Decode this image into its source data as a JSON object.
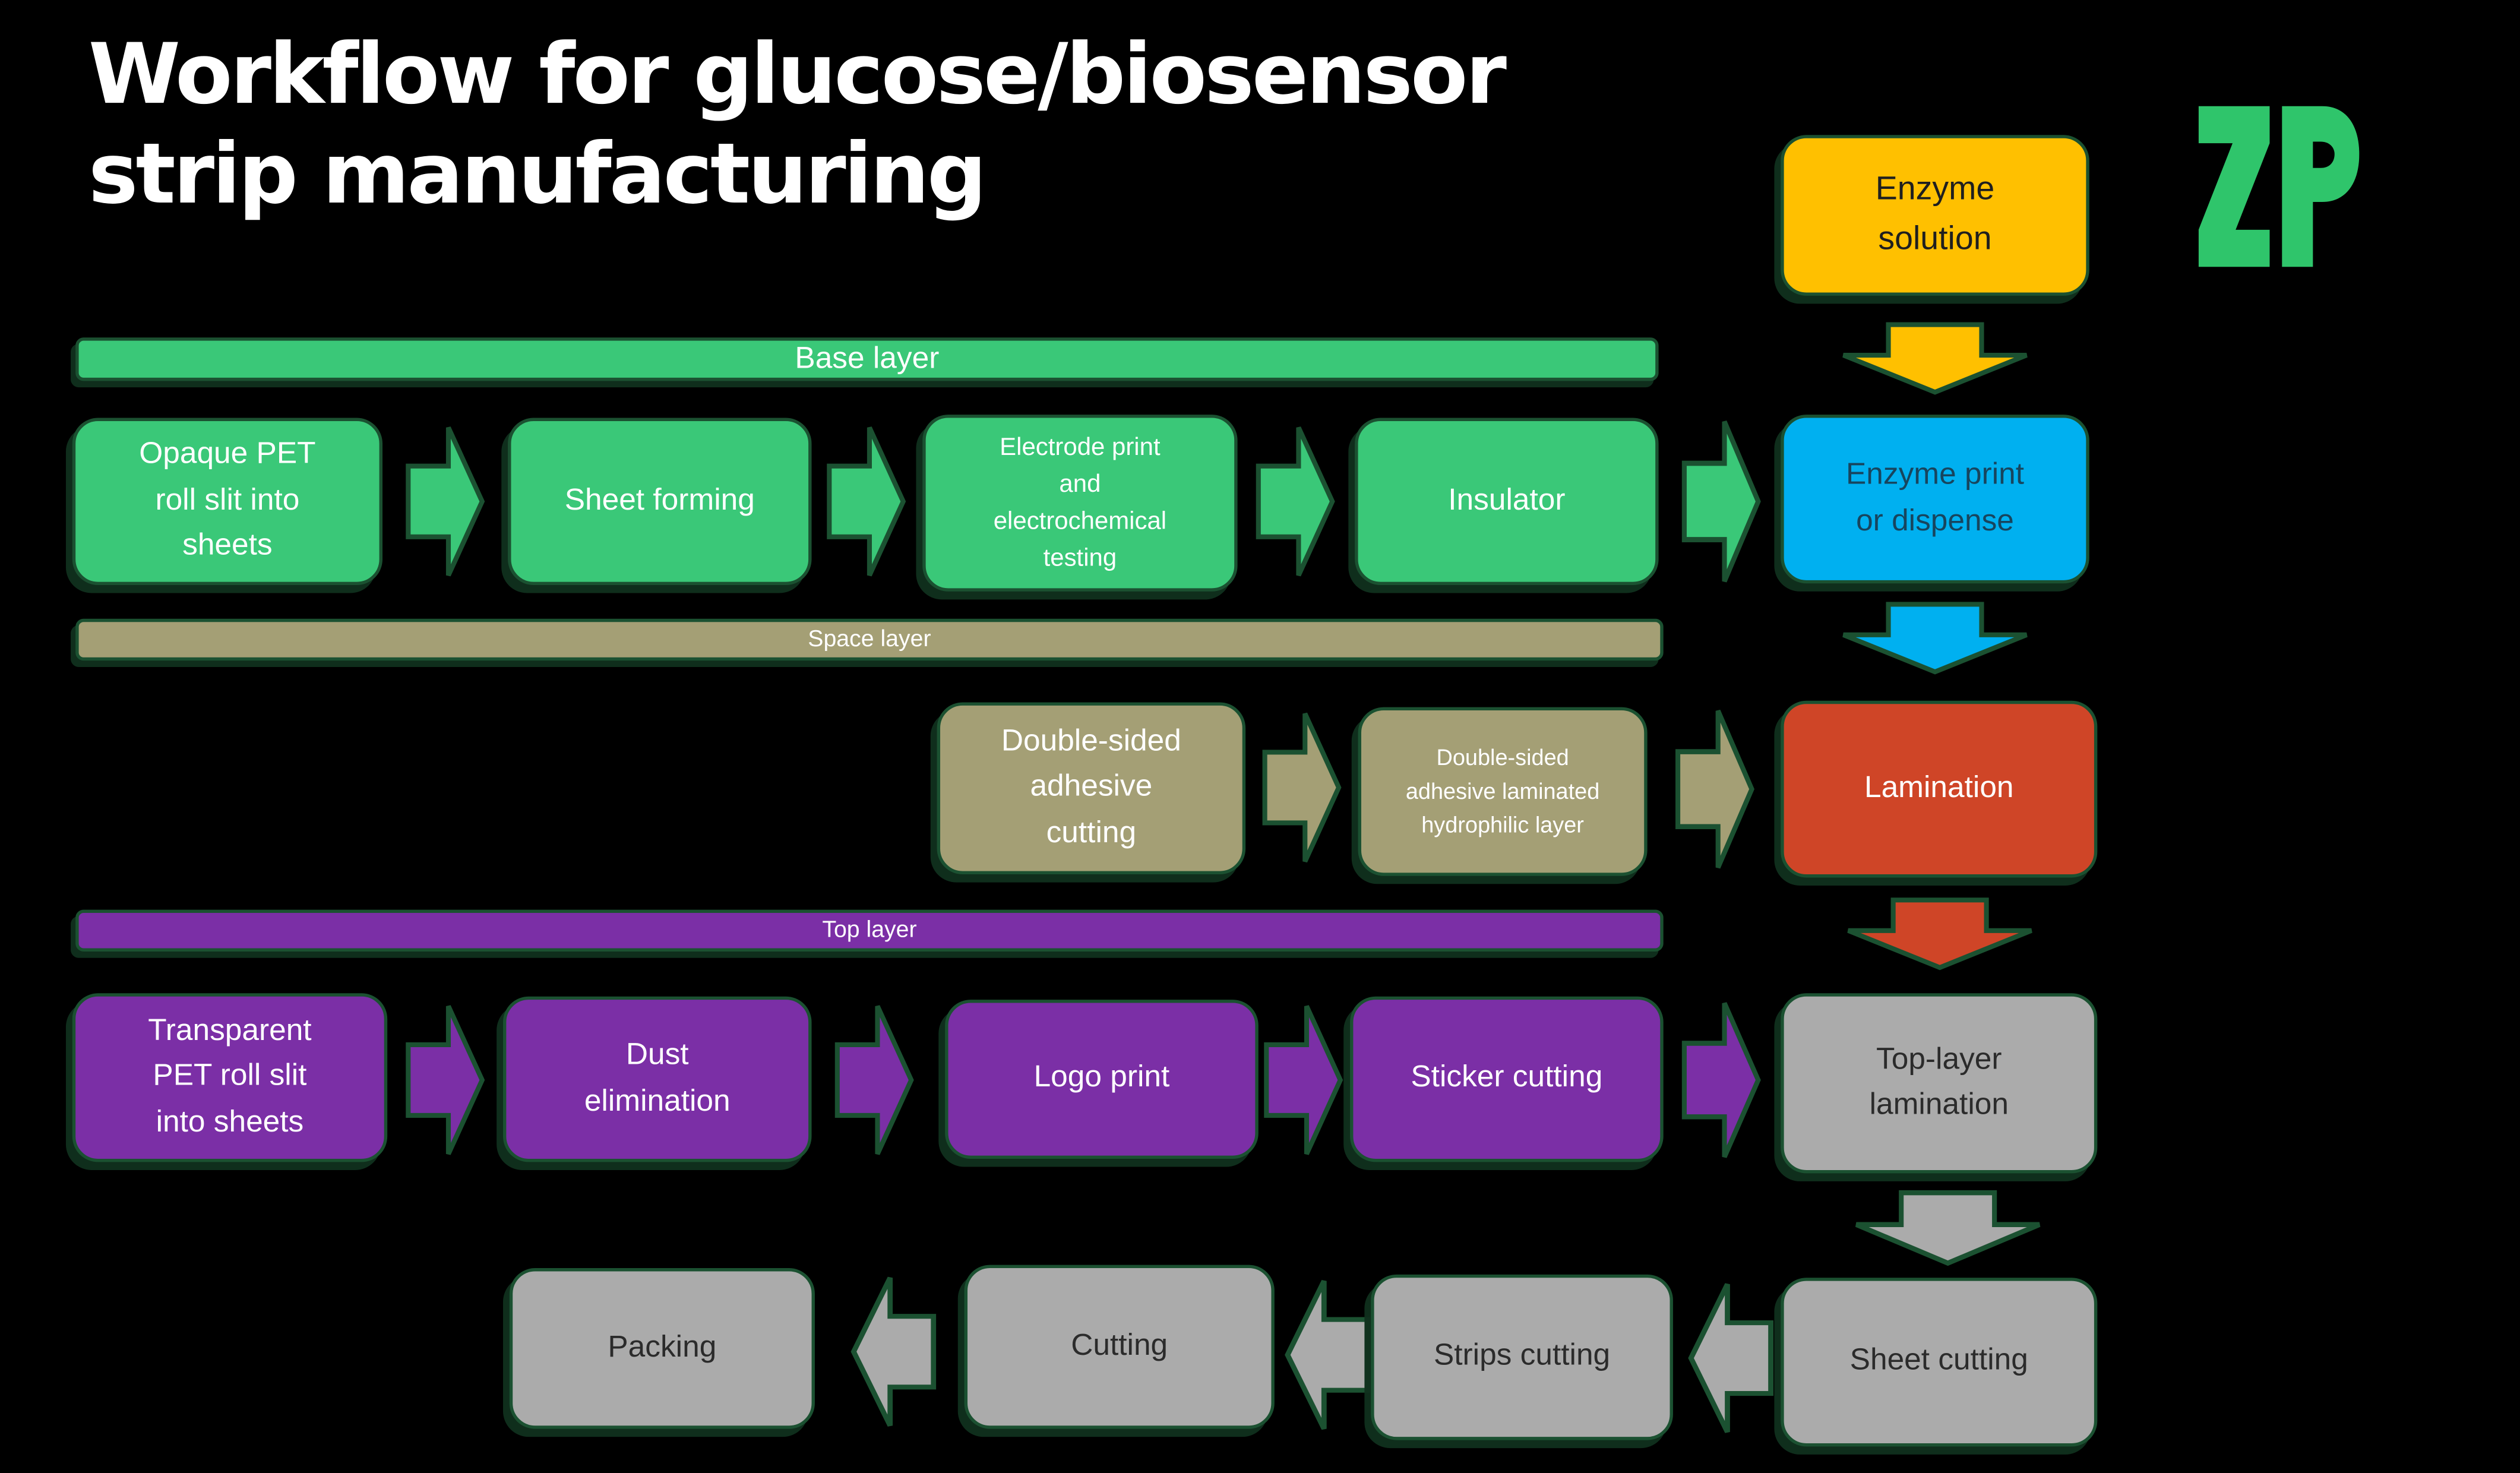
{
  "title": {
    "line1": "Workflow for glucose/biosensor",
    "line2": "strip manufacturing"
  },
  "logo": {
    "text": "ZP",
    "color": "#2fc56b"
  },
  "layer_bars": {
    "base": "Base layer",
    "space": "Space layer",
    "top": "Top layer"
  },
  "nodes": {
    "enzyme_solution": "Enzyme solution",
    "opaque_pet": "Opaque PET roll slit into sheets",
    "sheet_forming": "Sheet forming",
    "electrode_print": "Electrode print and electrochemical testing",
    "insulator": "Insulator",
    "enzyme_print": "Enzyme print or dispense",
    "ds_adhesive_cutting": "Double-sided adhesive cutting",
    "ds_adhesive_laminated": "Double-sided adhesive laminated hydrophilic layer",
    "lamination": "Lamination",
    "transparent_pet": "Transparent PET roll slit into sheets",
    "dust_elimination": "Dust elimination",
    "logo_print": "Logo print",
    "sticker_cutting": "Sticker cutting",
    "top_layer_lamination": "Top-layer lamination",
    "sheet_cutting": "Sheet cutting",
    "strips_cutting": "Strips cutting",
    "cutting": "Cutting",
    "packing": "Packing"
  },
  "colors": {
    "background": "#000000",
    "green": "#3ac878",
    "khaki": "#a49f75",
    "purple": "#7b2fa6",
    "blue": "#00b0f0",
    "yellow": "#ffc000",
    "red": "#cf4527",
    "gray": "#ababab",
    "outline_dark_green": "#1b5131",
    "title_text": "#ffffff",
    "logo_green": "#2fc56b"
  }
}
